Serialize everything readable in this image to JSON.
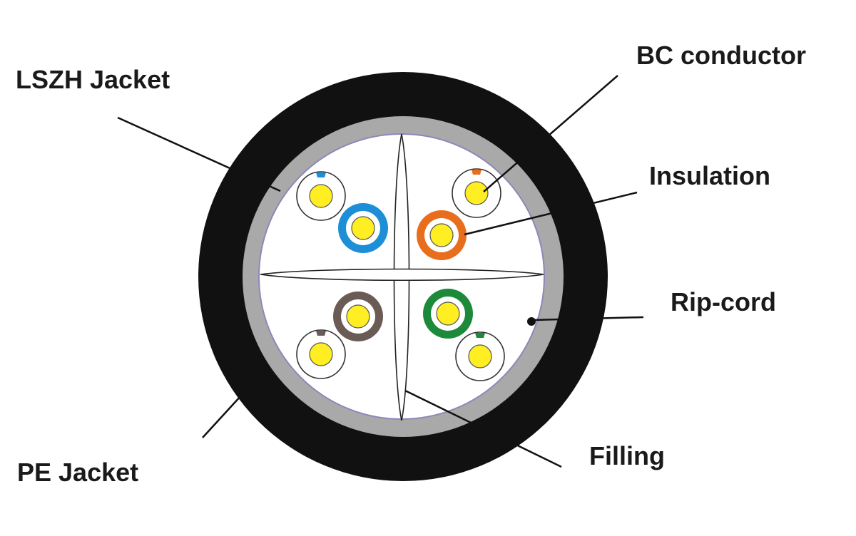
{
  "labels": {
    "lszh_jacket": "LSZH Jacket",
    "bc_conductor": "BC conductor",
    "insulation": "Insulation",
    "rip_cord": "Rip-cord",
    "filling": "Filling",
    "pe_jacket": "PE Jacket"
  },
  "colors": {
    "pe_jacket": "#111111",
    "lszh_jacket": "#a9a9aa",
    "conductor": "#ffee22",
    "blue_pair": "#1e8fd6",
    "orange_pair": "#e86d1d",
    "brown_pair": "#6b5b55",
    "green_pair": "#1d8a3b",
    "white_pair": "#ffffff"
  },
  "pairs": [
    {
      "name": "blue",
      "color": "#1e8fd6",
      "stripe": "#1e8fd6"
    },
    {
      "name": "orange",
      "color": "#e86d1d",
      "stripe": "#e86d1d"
    },
    {
      "name": "brown",
      "color": "#6b5b55",
      "stripe": "#6b5b55"
    },
    {
      "name": "green",
      "color": "#1d8a3b",
      "stripe": "#1d8a3b"
    }
  ]
}
